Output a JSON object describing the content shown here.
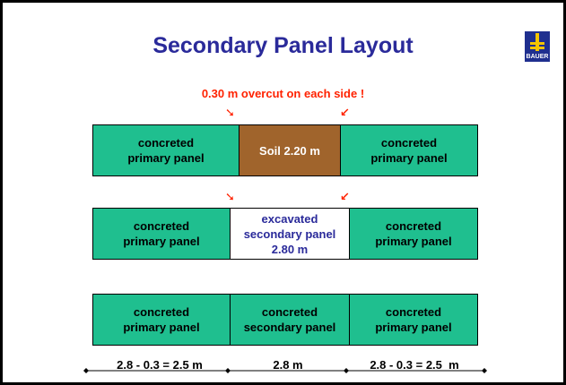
{
  "title": "Secondary Panel Layout",
  "logo": {
    "text": "BAUER",
    "icon": "bauer-logo"
  },
  "annotation": "0.30 m overcut on each side !",
  "rows": [
    {
      "panels": [
        {
          "line1": "concreted",
          "line2": "primary panel"
        },
        {
          "line1": "Soil 2.20 m",
          "line2": ""
        },
        {
          "line1": "concreted",
          "line2": "primary panel"
        }
      ]
    },
    {
      "panels": [
        {
          "line1": "concreted",
          "line2": "primary panel"
        },
        {
          "line1": "excavated",
          "line2": "secondary panel",
          "line3": "2.80 m"
        },
        {
          "line1": "concreted",
          "line2": "primary panel"
        }
      ]
    },
    {
      "panels": [
        {
          "line1": "concreted",
          "line2": "primary panel"
        },
        {
          "line1": "concreted",
          "line2": "secondary panel"
        },
        {
          "line1": "concreted",
          "line2": "primary panel"
        }
      ]
    }
  ],
  "dimensions": {
    "left": "2.8 - 0.3 = 2.5 m",
    "middle": "2.8 m",
    "right": "2.8 - 0.3 = 2.5  m"
  },
  "colors": {
    "concrete": "#1fbf8f",
    "soil": "#a0642c",
    "title": "#2a2a9a",
    "annotation": "#ff2200"
  }
}
